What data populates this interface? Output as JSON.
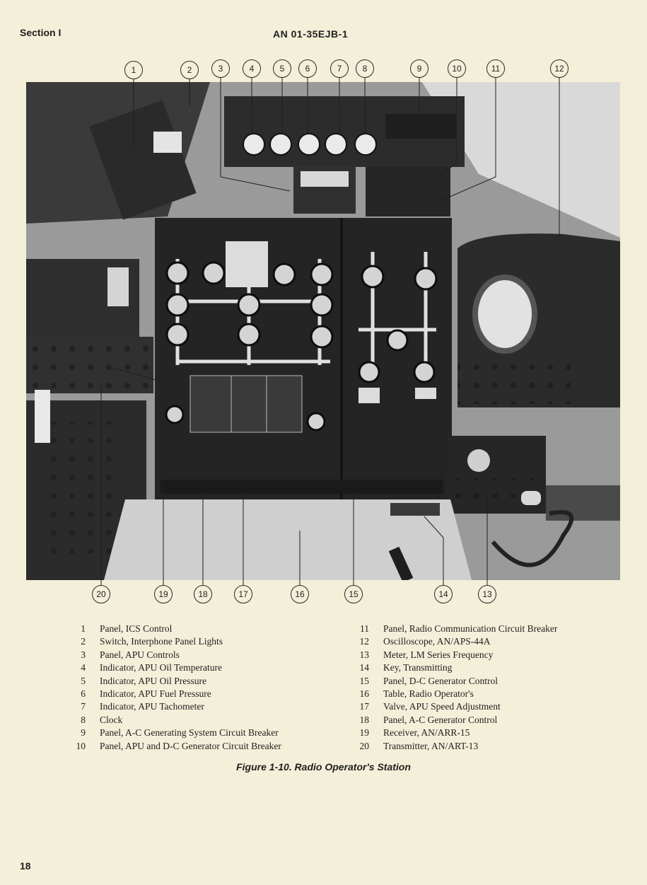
{
  "header": {
    "section": "Section I",
    "document_id": "AN 01-35EJB-1"
  },
  "callouts_top": [
    "1",
    "2",
    "3",
    "4",
    "5",
    "6",
    "7",
    "8",
    "9",
    "10",
    "11",
    "12"
  ],
  "callouts_bottom": [
    "20",
    "19",
    "18",
    "17",
    "16",
    "15",
    "14",
    "13"
  ],
  "legend": {
    "left": [
      {
        "num": "1",
        "text": "Panel, ICS Control"
      },
      {
        "num": "2",
        "text": "Switch, Interphone Panel Lights"
      },
      {
        "num": "3",
        "text": "Panel, APU Controls"
      },
      {
        "num": "4",
        "text": "Indicator, APU Oil Temperature"
      },
      {
        "num": "5",
        "text": "Indicator, APU Oil Pressure"
      },
      {
        "num": "6",
        "text": "Indicator, APU Fuel Pressure"
      },
      {
        "num": "7",
        "text": "Indicator, APU Tachometer"
      },
      {
        "num": "8",
        "text": "Clock"
      },
      {
        "num": "9",
        "text": "Panel, A-C Generating System Circuit Breaker"
      },
      {
        "num": "10",
        "text": "Panel, APU and D-C Generator Circuit Breaker"
      }
    ],
    "right": [
      {
        "num": "11",
        "text": "Panel, Radio Communication Circuit Breaker"
      },
      {
        "num": "12",
        "text": "Oscilloscope, AN/APS-44A"
      },
      {
        "num": "13",
        "text": "Meter, LM Series Frequency"
      },
      {
        "num": "14",
        "text": "Key, Transmitting"
      },
      {
        "num": "15",
        "text": "Panel, D-C Generator Control"
      },
      {
        "num": "16",
        "text": "Table, Radio Operator's"
      },
      {
        "num": "17",
        "text": "Valve, APU Speed Adjustment"
      },
      {
        "num": "18",
        "text": "Panel, A-C Generator Control"
      },
      {
        "num": "19",
        "text": "Receiver, AN/ARR-15"
      },
      {
        "num": "20",
        "text": "Transmitter, AN/ART-13"
      }
    ]
  },
  "caption": "Figure 1-10.  Radio Operator's Station",
  "page_number": "18"
}
